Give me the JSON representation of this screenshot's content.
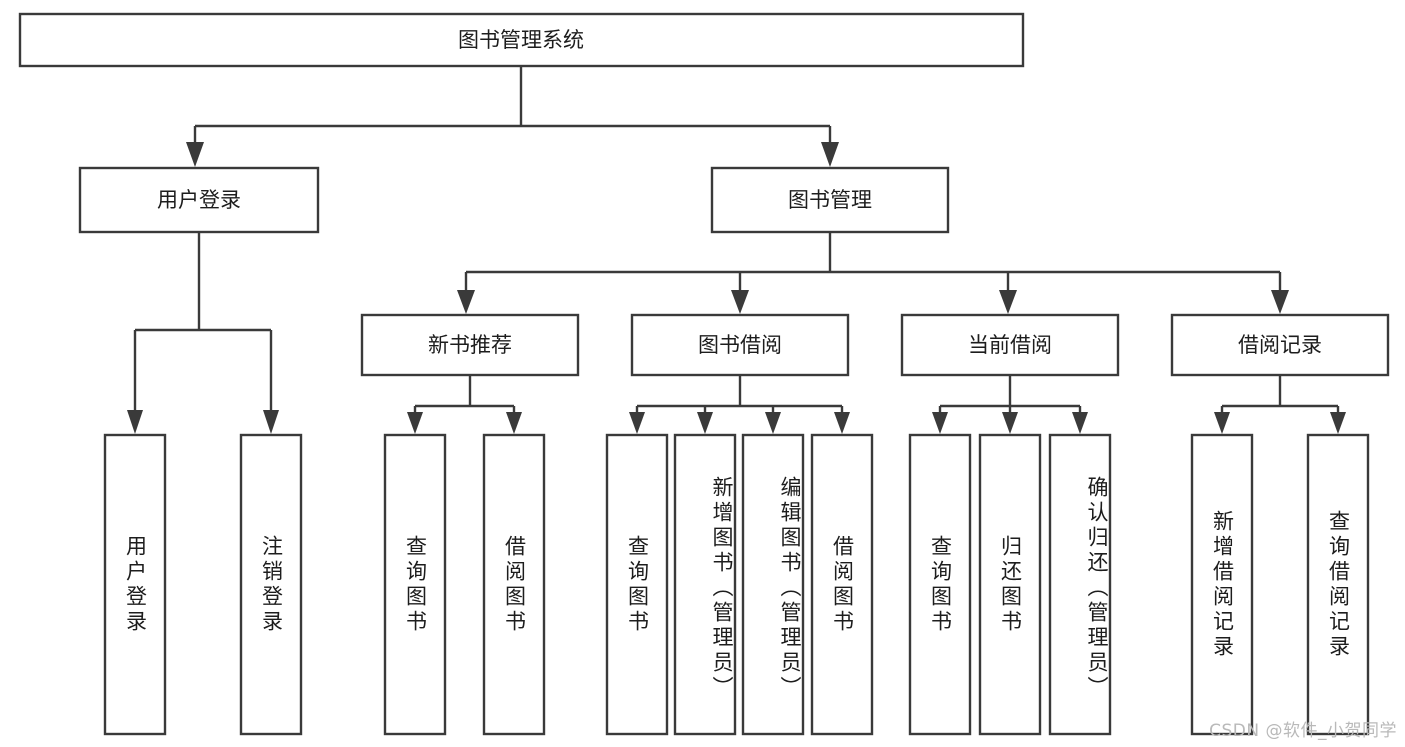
{
  "diagram": {
    "title": "图书管理系统",
    "type": "tree-hierarchy-diagram",
    "colors": {
      "box_stroke": "#3a3a3a",
      "box_fill": "#ffffff",
      "text": "#1d1d1d",
      "background": "#ffffff",
      "watermark": "#b9b9b9"
    },
    "root": {
      "label": "图书管理系统"
    },
    "level2": [
      {
        "label": "用户登录"
      },
      {
        "label": "图书管理"
      }
    ],
    "level3": [
      {
        "label": "新书推荐"
      },
      {
        "label": "图书借阅"
      },
      {
        "label": "当前借阅"
      },
      {
        "label": "借阅记录"
      }
    ],
    "leaves": {
      "user_login": [
        {
          "label": "用户登录"
        },
        {
          "label": "注销登录"
        }
      ],
      "new_book_recommend": [
        {
          "label": "查询图书"
        },
        {
          "label": "借阅图书"
        }
      ],
      "book_borrow": [
        {
          "label": "查询图书"
        },
        {
          "label": "新增图书（管理员）"
        },
        {
          "label": "编辑图书（管理员）"
        },
        {
          "label": "借阅图书"
        }
      ],
      "current_borrow": [
        {
          "label": "查询图书"
        },
        {
          "label": "归还图书"
        },
        {
          "label": "确认归还（管理员）"
        }
      ],
      "borrow_record": [
        {
          "label": "新增借阅记录"
        },
        {
          "label": "查询借阅记录"
        }
      ]
    }
  },
  "watermark": {
    "text": "CSDN @软件_小贺同学"
  }
}
